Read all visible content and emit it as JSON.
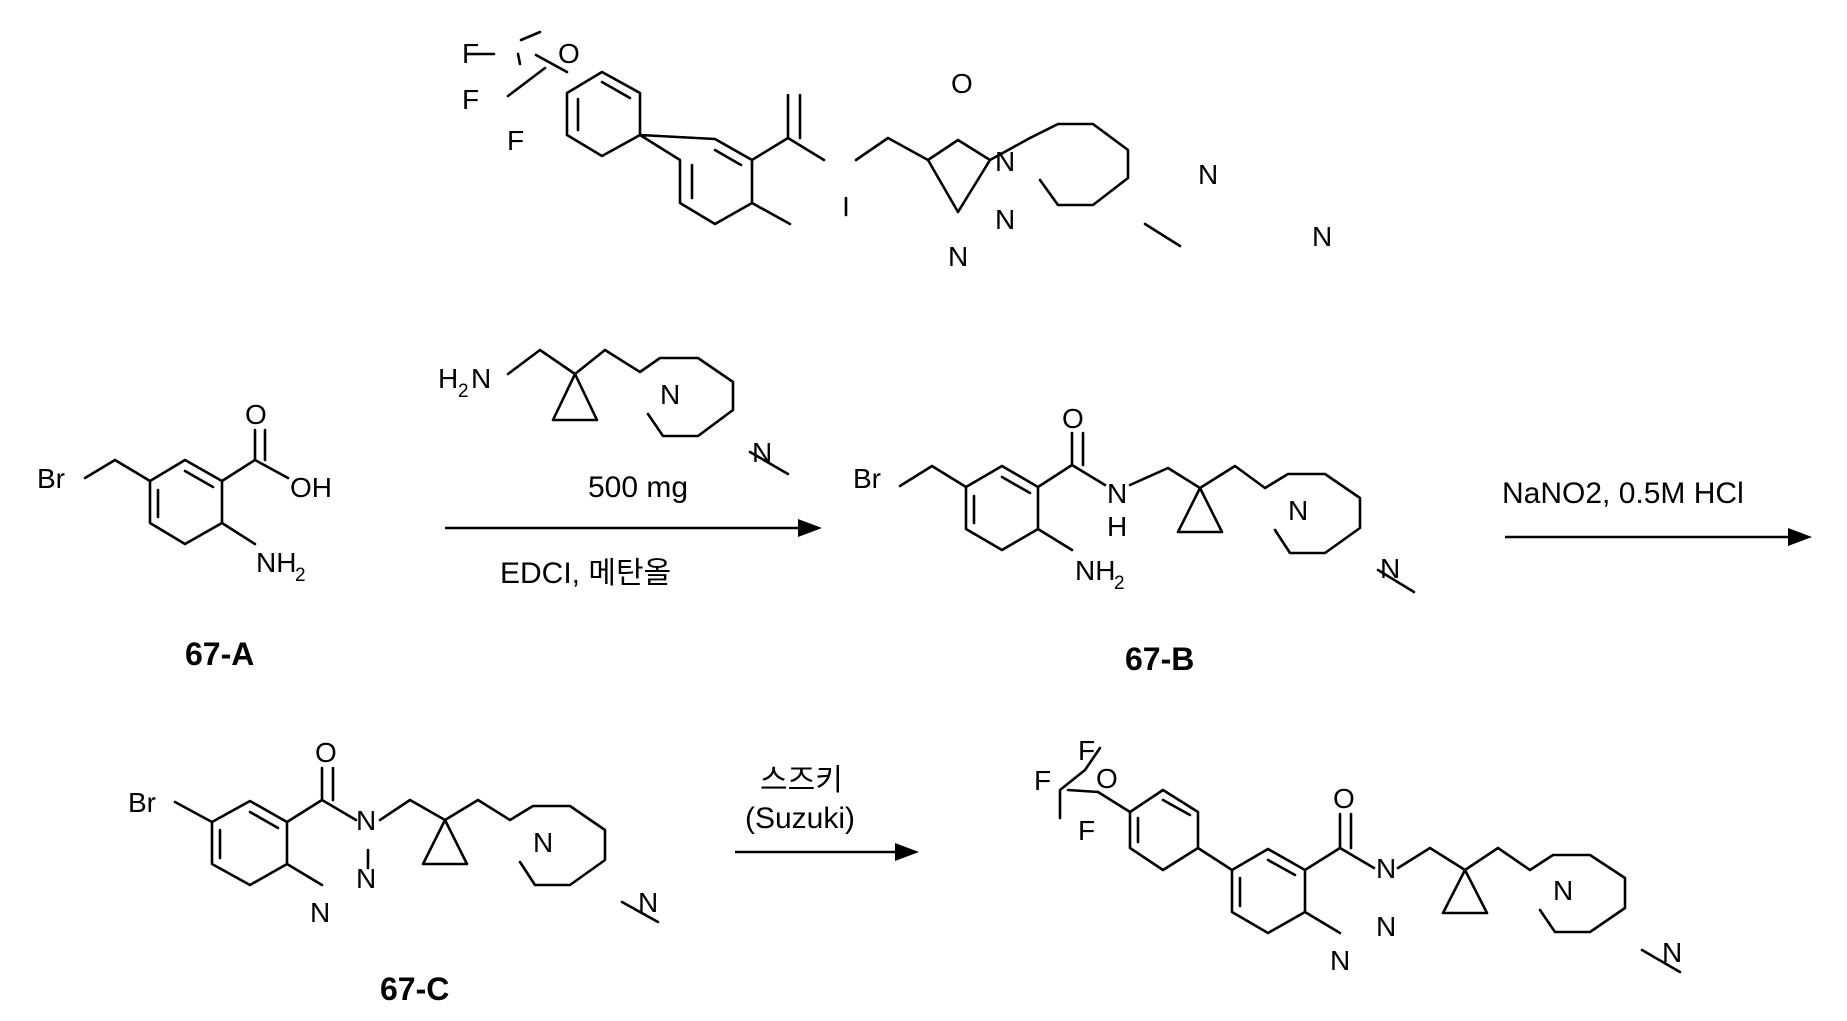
{
  "scheme": {
    "atoms": {
      "F": "F",
      "O": "O",
      "N": "N",
      "Br": "Br",
      "OH": "OH",
      "NH2": "NH",
      "NH2_sub": "2",
      "H2N": "H",
      "H2N_sub": "2",
      "H2N_N": "N",
      "NH_H": "H"
    },
    "step1": {
      "above": "500 mg",
      "below": "EDCI, 메탄올"
    },
    "step2": {
      "above": "NaNO2, 0.5M HCl"
    },
    "step3": {
      "above_1": "스즈키",
      "above_2": "(Suzuki)"
    },
    "compounds": {
      "a": "67-A",
      "b": "67-B",
      "c": "67-C"
    }
  }
}
